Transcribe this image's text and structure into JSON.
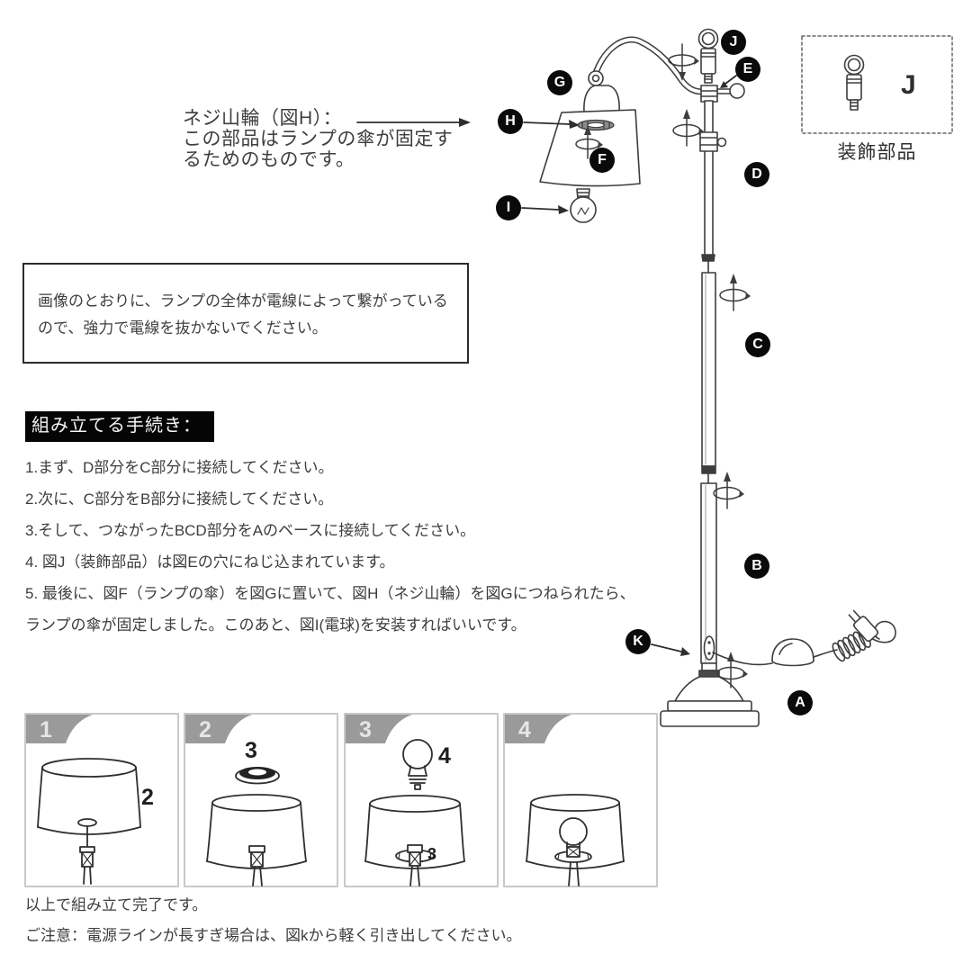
{
  "note_h": {
    "line1": "ネジ山輪（図H）：",
    "line2": "この部品はランプの傘が固定す",
    "line3": "るためのものです。"
  },
  "warning": {
    "text": "画像のとおりに、ランプの全体が電線によって繋がっているので、強力で電線を抜かないでください。"
  },
  "assembly": {
    "title": "組み立てる手続き：",
    "steps": [
      "1.まず、D部分をC部分に接続してください。",
      "2.次に、C部分をB部分に接続してください。",
      "3.そして、つながったBCD部分をAのベースに接続してください。",
      "4. 図J（装飾部品）は図Eの穴にねじ込まれています。",
      "5. 最後に、図F（ランプの傘）を図Gに置いて、図H（ネジ山輪）を図Gにつねられたら、",
      "ランプの傘が固定しました。このあと、図I(電球)を安装すればいいです。"
    ]
  },
  "footer": {
    "line1": "以上で組み立て完了です。",
    "line2": "ご注意：電源ラインが長すぎ場合は、図kから軽く引き出してください。"
  },
  "inset": {
    "part_label": "J",
    "caption": "装飾部品"
  },
  "part_labels": {
    "A": "A",
    "B": "B",
    "C": "C",
    "D": "D",
    "E": "E",
    "F": "F",
    "G": "G",
    "H": "H",
    "I": "I",
    "J": "J",
    "K": "K"
  },
  "panels": [
    {
      "number": "1",
      "part_ref": "2"
    },
    {
      "number": "2",
      "part_ref": "3"
    },
    {
      "number": "3",
      "part_ref": "4",
      "part_ref_inner": "3"
    },
    {
      "number": "4"
    }
  ],
  "colors": {
    "line": "#3d3d3d",
    "label_bg": "#0a0a0a",
    "banner": "#9a9a9a",
    "panel_border": "#c9c9c9"
  }
}
